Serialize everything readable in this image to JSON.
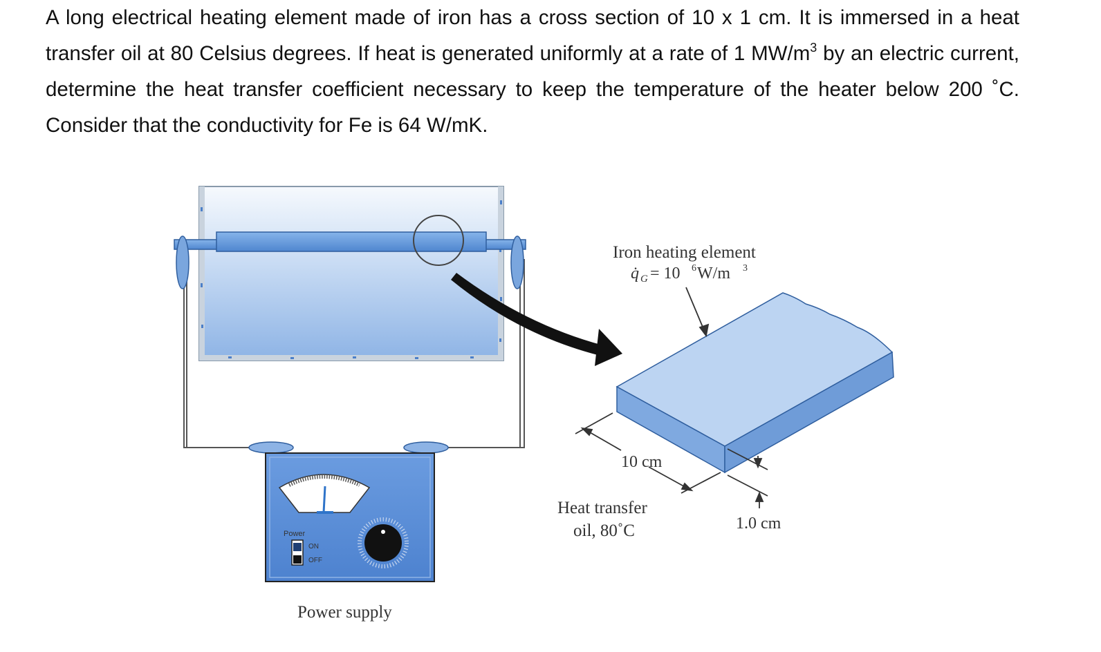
{
  "problem": {
    "part1": "A long electrical heating element made of iron has a cross section of 10 x 1 cm. It is immersed in a heat transfer oil at 80 Celsius degrees. If heat is generated uniformly at a rate of 1 MW/m",
    "sup": "3",
    "part2": " by an electric current, determine the heat transfer coefficient necessary to keep the temperature of the heater below 200 ˚C. Consider that the conductivity for Fe is 64 W/mK."
  },
  "figure": {
    "element_label": "Iron heating element",
    "q_lhs": "G",
    "q_rhs": " = 10",
    "q_exp": "6",
    "q_unit": " W/m",
    "q_unit_exp": "3",
    "dim_width": "10 cm",
    "dim_thickness": "1.0 cm",
    "oil_line1": "Heat transfer",
    "oil_line2": "oil, 80˚C",
    "power_supply": "Power supply",
    "switch_title": "Power",
    "switch_on": "ON",
    "switch_off": "OFF"
  },
  "colors": {
    "bath_top": "#eef4fb",
    "bath_bottom": "#8fb5e6",
    "element": "#6aa0dc",
    "plate_top": "#bcd4f2",
    "plate_side": "#7fa9e0",
    "supply_body": "#5b8fd6"
  }
}
